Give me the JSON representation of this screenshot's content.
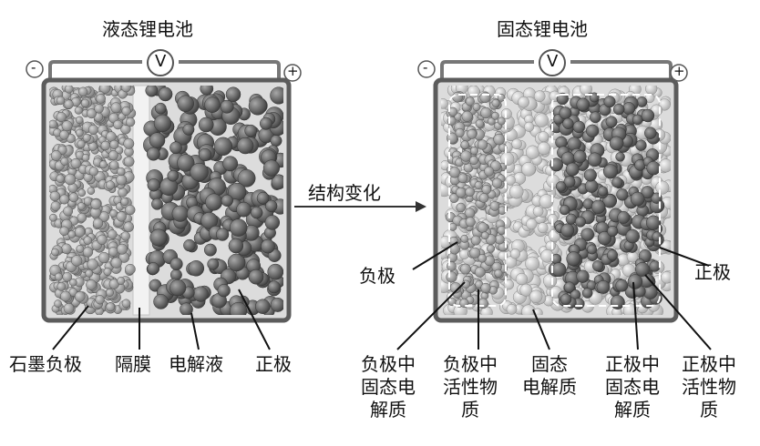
{
  "left": {
    "title": "液态锂电池",
    "voltmeter": "V",
    "neg_terminal": "-",
    "pos_terminal": "+",
    "labels": {
      "graphite_anode": "石墨负极",
      "separator": "隔膜",
      "electrolyte": "电解液",
      "cathode": "正极"
    }
  },
  "arrow_label": "结构变化",
  "right": {
    "title": "固态锂电池",
    "voltmeter": "V",
    "neg_terminal": "-",
    "pos_terminal": "+",
    "labels": {
      "anode": "负极",
      "cathode": "正极",
      "anode_solid_electrolyte": "负极中\n固态电\n解质",
      "anode_active_material": "负极中\n活性物\n质",
      "solid_electrolyte": "固态\n电解质",
      "cathode_solid_electrolyte": "正极中\n固态电\n解质",
      "cathode_active_material": "正极中\n活性物\n质"
    }
  },
  "colors": {
    "casing": "#6e6e6e",
    "cell_bg": "#dcdcdc",
    "anode_particle": "#8f8f8f",
    "cathode_particle": "#5f5f5f",
    "electrolyte_particle": "#cfcfcf"
  }
}
